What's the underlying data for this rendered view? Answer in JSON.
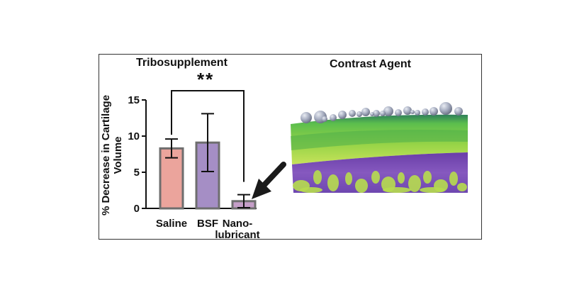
{
  "panels": {
    "left_title": "Tribosupplement",
    "right_title": "Contrast Agent"
  },
  "significance": "**",
  "chart_data": {
    "type": "bar",
    "title": "Tribosupplement",
    "ylabel": "% Decrease in Cartilage Volume",
    "xlabel": "",
    "categories": [
      "Saline",
      "BSF",
      "Nano-lubricant"
    ],
    "category_lines": [
      [
        "Saline"
      ],
      [
        "BSF"
      ],
      [
        "Nano-",
        "lubricant"
      ]
    ],
    "values": [
      8.3,
      9.1,
      1.0
    ],
    "errors": [
      1.3,
      4.0,
      0.9
    ],
    "bar_colors": [
      "#eba49c",
      "#a58ec5",
      "#c59ec8"
    ],
    "ylim": [
      0,
      15
    ],
    "yticks": [
      0,
      5,
      10,
      15
    ],
    "significance": {
      "from": "Saline",
      "to": "Nano-lubricant",
      "label": "**"
    },
    "grid": false,
    "legend": "none"
  },
  "colors": {
    "bar_edge": "#6e6e6e",
    "sphere": "#a7aec1",
    "cartilage_top": "#9fd64a",
    "cartilage_band": "#5eb84a",
    "bone": "#7a50b4",
    "arrow": "#1a1a1a"
  }
}
